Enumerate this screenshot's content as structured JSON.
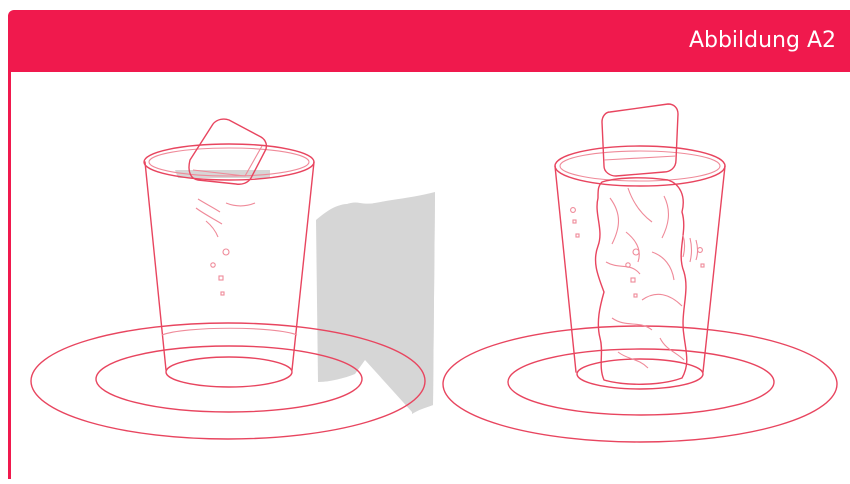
{
  "header": {
    "title": "Abbildung A2"
  },
  "colors": {
    "accent": "#f0194d",
    "line": "#e8455f",
    "shadow": "#d6d6d6"
  },
  "figure": {
    "left_scene": "cup-with-ice-cube-and-shadow",
    "right_scene": "cup-with-crumpled-paper-and-ice-cube"
  }
}
